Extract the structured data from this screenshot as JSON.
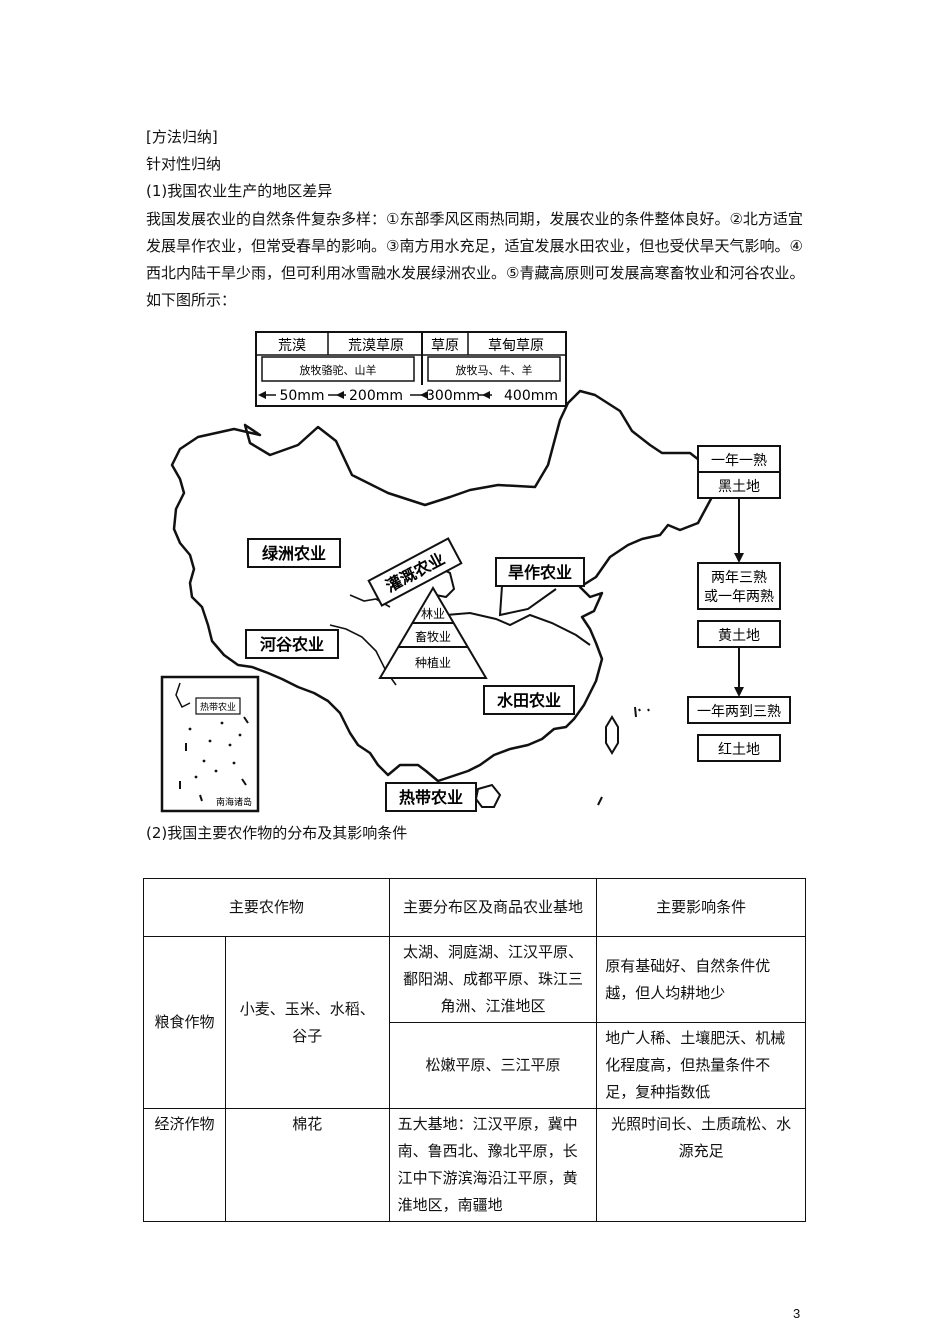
{
  "heading_method": "[方法归纳]",
  "heading_target": "针对性归纳",
  "section1_title": "(1)我国农业生产的地区差异",
  "section1_body": "我国发展农业的自然条件复杂多样：①东部季风区雨热同期，发展农业的条件整体良好。②北方适宜发展旱作农业，但常受春旱的影响。③南方用水充足，适宜发展水田农业，但也受伏旱天气影响。④西北内陆干旱少雨，但可利用冰雪融水发展绿洲农业。⑤青藏高原则可发展高寒畜牧业和河谷农业。如下图所示：",
  "figure": {
    "legend": {
      "zones": [
        "荒漠",
        "荒漠草原",
        "草原",
        "草甸草原"
      ],
      "livestock_west": "放牧骆驼、山羊",
      "livestock_east": "放牧马、牛、羊",
      "isohyets": [
        "50mm",
        "200mm",
        "300mm",
        "400mm"
      ]
    },
    "regions": {
      "oasis": "绿洲农业",
      "irrigation": "灌溉农业",
      "dryland": "旱作农业",
      "valley": "河谷农业",
      "paddy": "水田农业",
      "tropical": "热带农业"
    },
    "pyramid": [
      "林业",
      "畜牧业",
      "种植业"
    ],
    "inset": {
      "label": "热带农业",
      "caption": "南海诸岛"
    },
    "flow": [
      "一年一熟",
      "黑土地",
      "两年三熟",
      "或一年两熟",
      "黄土地",
      "一年两到三熟",
      "红土地"
    ]
  },
  "section2_title": "(2)我国主要农作物的分布及其影响条件",
  "table": {
    "headers": [
      "主要农作物",
      "主要分布区及商品农业基地",
      "主要影响条件"
    ],
    "grain_category": "粮食作物",
    "grain_crops": "小麦、玉米、水稻、谷子",
    "grain_rows": [
      {
        "area": "太湖、洞庭湖、江汉平原、鄱阳湖、成都平原、珠江三角洲、江淮地区",
        "condition": "原有基础好、自然条件优越，但人均耕地少"
      },
      {
        "area": "松嫩平原、三江平原",
        "condition": "地广人稀、土壤肥沃、机械化程度高，但热量条件不足，复种指数低"
      }
    ],
    "cash_category": "经济作物",
    "cash_crop": "棉花",
    "cash_area": "五大基地：江汉平原，冀中南、鲁西北、豫北平原，长江中下游滨海沿江平原，黄淮地区，南疆地",
    "cash_condition": "光照时间长、土质疏松、水源充足"
  },
  "page_number": "3"
}
